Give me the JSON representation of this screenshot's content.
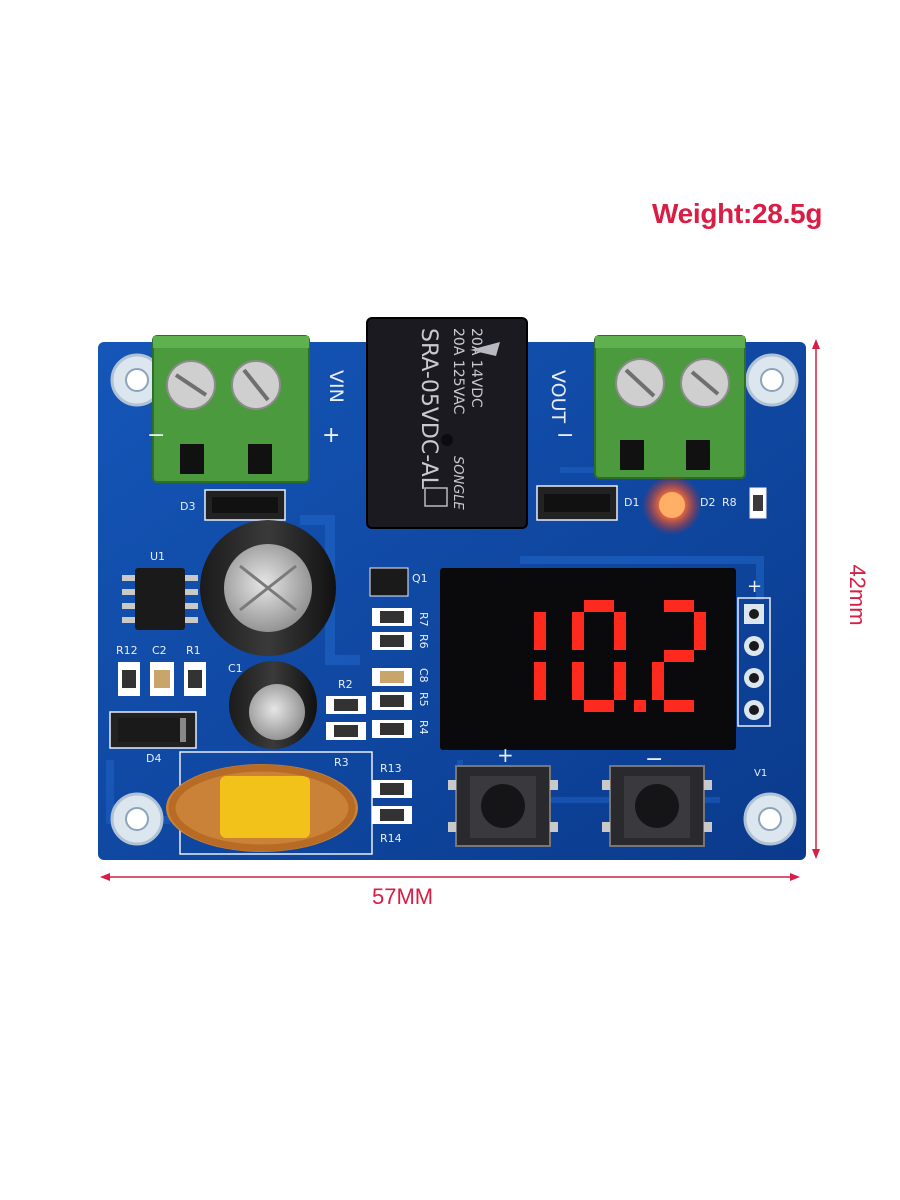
{
  "header": {
    "weight_label": "Weight:28.5g"
  },
  "dimensions": {
    "width_label": "57MM",
    "height_label": "42mm"
  },
  "display": {
    "reading": "10.2"
  },
  "relay": {
    "line1": "20A  14VDC",
    "line2": "20A  125VAC",
    "model": "SRA-05VDC-AL",
    "brand": "SONGLE"
  },
  "terminals": {
    "input_label": "VIN",
    "output_label": "VOUT",
    "minus": "−",
    "plus": "+"
  },
  "silkscreen": {
    "d3": "D3",
    "u1": "U1",
    "r12": "R12",
    "c2": "C2",
    "r1": "R1",
    "c1": "C1",
    "d4": "D4",
    "r3": "R3",
    "r2": "R2",
    "q1": "Q1",
    "r7": "R7",
    "r6": "R6",
    "c8": "C8",
    "r5": "R5",
    "r4": "R4",
    "r13": "R13",
    "r14": "R14",
    "d1": "D1",
    "d2": "D2",
    "r8": "R8",
    "v1": "V1",
    "btn_plus": "+",
    "btn_minus": "−",
    "header_plus": "+"
  },
  "colors": {
    "pcb": "#0e47a3",
    "terminal": "#4b9a3e",
    "segment": "#ff2a1e",
    "accent": "#d81e44"
  }
}
